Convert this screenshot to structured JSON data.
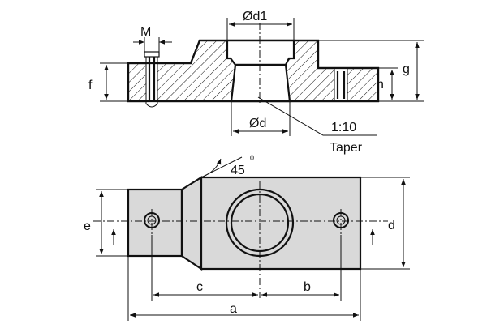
{
  "labels": {
    "M": "M",
    "d1": "Ød1",
    "d": "Ød",
    "taper_ratio": "1:10",
    "taper_word": "Taper",
    "f": "f",
    "g": "g",
    "h": "h",
    "angle": "45",
    "degree": "0",
    "e": "e",
    "d_dim": "d",
    "a": "a",
    "b": "b",
    "c": "c"
  },
  "colors": {
    "line": "#111111",
    "fill": "#d9d9d9",
    "background": "#ffffff"
  }
}
